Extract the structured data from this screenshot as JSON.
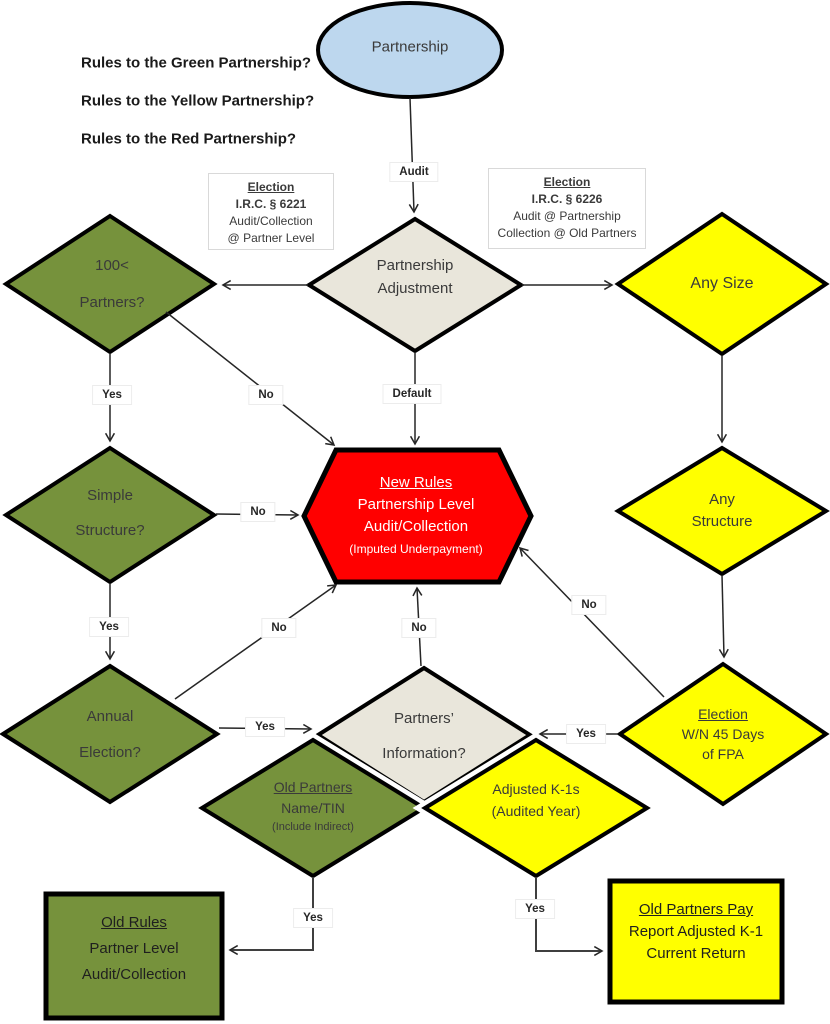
{
  "questions": [
    "Rules to the Green Partnership?",
    "Rules to the Yellow Partnership?",
    "Rules to the Red Partnership?"
  ],
  "nodes": {
    "partnership": {
      "label": "Partnership"
    },
    "election_6221": {
      "title": "Election",
      "code": "I.R.C. § 6221",
      "line1": "Audit/Collection",
      "line2": "@ Partner Level"
    },
    "election_6226": {
      "title": "Election",
      "code": "I.R.C. § 6226",
      "line1": "Audit @ Partnership",
      "line2": "Collection @ Old Partners"
    },
    "partnership_adjustment": {
      "line1": "Partnership",
      "line2": "Adjustment"
    },
    "partners_100": {
      "line1": "100<",
      "line2": "Partners?"
    },
    "any_size": {
      "label": "Any Size"
    },
    "simple_structure": {
      "line1": "Simple",
      "line2": "Structure?"
    },
    "any_structure": {
      "line1": "Any",
      "line2": "Structure"
    },
    "new_rules": {
      "title": "New Rules",
      "line1": "Partnership Level",
      "line2": "Audit/Collection",
      "line3": "(Imputed Underpayment)"
    },
    "annual_election": {
      "line1": "Annual",
      "line2": "Election?"
    },
    "partners_information": {
      "line1": "Partners’",
      "line2": "Information?"
    },
    "election_fpa": {
      "title": "Election",
      "line1": "W/N 45 Days",
      "line2": "of FPA"
    },
    "old_partners": {
      "title": "Old Partners",
      "line1": "Name/TIN",
      "line2": "(Include Indirect)"
    },
    "adjusted_k1s": {
      "line1": "Adjusted K-1s",
      "line2": "(Audited Year)"
    },
    "old_rules": {
      "title": "Old Rules",
      "line1": "Partner Level",
      "line2": "Audit/Collection"
    },
    "old_partners_pay": {
      "title": "Old Partners Pay",
      "line1": "Report Adjusted K-1",
      "line2": "Current Return"
    }
  },
  "edge_labels": {
    "audit": "Audit",
    "default": "Default",
    "yes_to_simple": "Yes",
    "no_to_hexagon_topleft": "No",
    "no_from_simple": "No",
    "yes_to_annual": "Yes",
    "no_from_annual": "No",
    "no_from_information": "No",
    "no_from_fpa": "No",
    "yes_annual_to_information": "Yes",
    "yes_fpa_to_information": "Yes",
    "yes_to_old_rules": "Yes",
    "yes_to_old_partners_pay": "Yes"
  },
  "colors": {
    "green": "#76923C",
    "yellow": "#FFFF00",
    "red": "#FF0000",
    "beige": "#E9E6DB",
    "blue": "#BDD7EE",
    "line": "#262626"
  }
}
